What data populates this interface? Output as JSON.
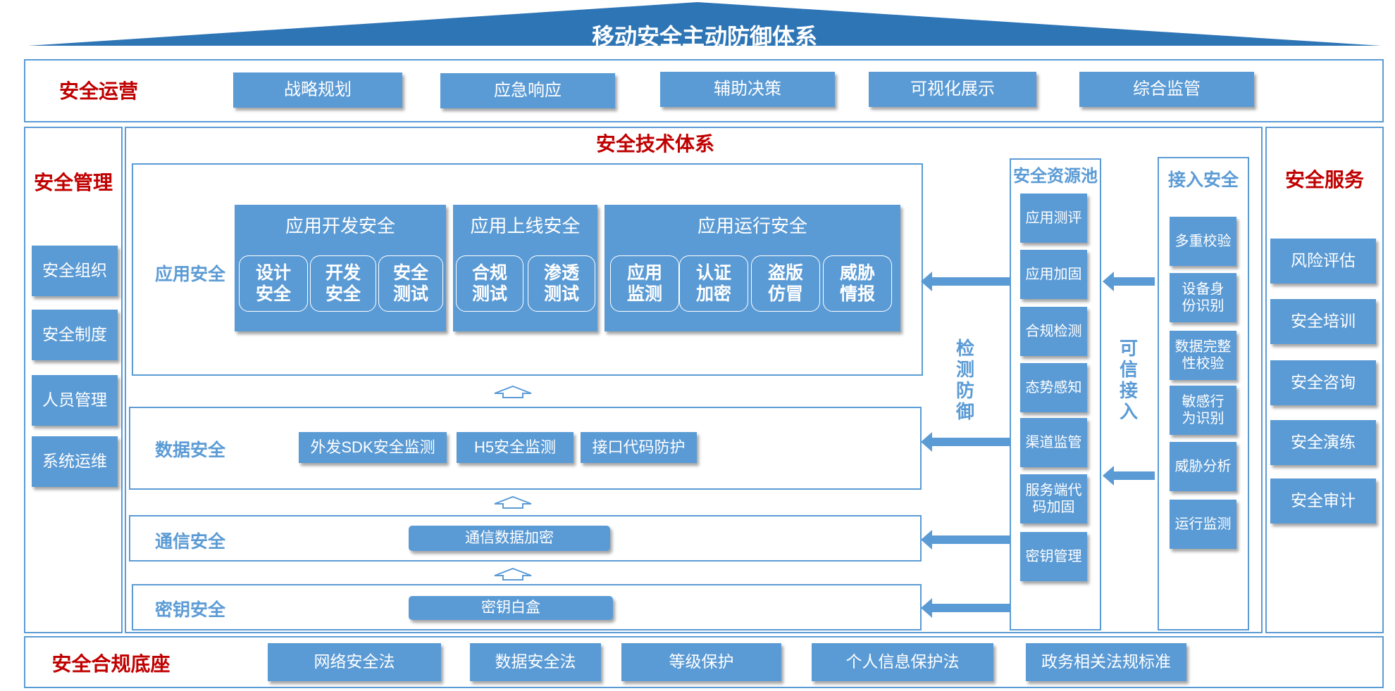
{
  "title": "移动安全主动防御体系",
  "operations": {
    "label": "安全运营",
    "items": [
      "战略规划",
      "应急响应",
      "辅助决策",
      "可视化展示",
      "综合监管"
    ]
  },
  "management": {
    "label": "安全管理",
    "items": [
      "安全组织",
      "安全制度",
      "人员管理",
      "系统运维"
    ]
  },
  "services": {
    "label": "安全服务",
    "items": [
      "风险评估",
      "安全培训",
      "安全咨询",
      "安全演练",
      "安全审计"
    ]
  },
  "tech": {
    "title": "安全技术体系",
    "app": {
      "label": "应用安全",
      "dev": {
        "title": "应用开发安全",
        "items": [
          "设计\n安全",
          "开发\n安全",
          "安全\n测试"
        ]
      },
      "launch": {
        "title": "应用上线安全",
        "items": [
          "合规\n测试",
          "渗透\n测试"
        ]
      },
      "run": {
        "title": "应用运行安全",
        "items": [
          "应用\n监测",
          "认证\n加密",
          "盗版\n仿冒",
          "威胁\n情报"
        ]
      }
    },
    "data": {
      "label": "数据安全",
      "items": [
        "外发SDK安全监测",
        "H5安全监测",
        "接口代码防护"
      ]
    },
    "comm": {
      "label": "通信安全",
      "items": [
        "通信数据加密"
      ]
    },
    "key": {
      "label": "密钥安全",
      "items": [
        "密钥白盒"
      ]
    },
    "detect": "检测防御",
    "trusted": "可信接入",
    "pool": {
      "label": "安全资源池",
      "items": [
        "应用测评",
        "应用加固",
        "合规检测",
        "态势感知",
        "渠道监管",
        "服务端代\n码加固",
        "密钥管理"
      ]
    },
    "access": {
      "label": "接入安全",
      "items": [
        "多重校验",
        "设备身\n份识别",
        "数据完整\n性校验",
        "敏感行\n为识别",
        "威胁分析",
        "运行监测"
      ]
    }
  },
  "compliance": {
    "label": "安全合规底座",
    "items": [
      "网络安全法",
      "数据安全法",
      "等级保护",
      "个人信息保护法",
      "政务相关法规标准"
    ]
  },
  "colors": {
    "primary": "#5b9bd5",
    "accent": "#c00000",
    "roof": "#2e75b6"
  }
}
